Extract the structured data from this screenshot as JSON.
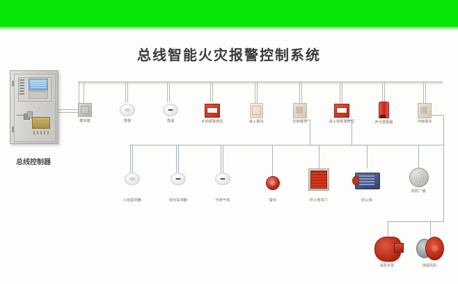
{
  "banner": {
    "color": "#06e606"
  },
  "diagram": {
    "title": "总线智能火灾报警控制系统",
    "controller": {
      "label": "总线控制器",
      "name": "bus-controller"
    }
  },
  "devices": {
    "row_top": [
      {
        "label": "模块箱",
        "shape": "sq-gray"
      },
      {
        "label": "感烟",
        "shape": "dome"
      },
      {
        "label": "感温",
        "shape": "dome-heat"
      },
      {
        "label": "手动报警按钮",
        "shape": "mcp"
      },
      {
        "label": "输入模块",
        "shape": "sq-cream"
      },
      {
        "label": "控制模块",
        "shape": "sq-beige"
      },
      {
        "label": "消火栓报警按钮",
        "shape": "mcp"
      },
      {
        "label": "声光报警器",
        "shape": "strobe"
      },
      {
        "label": "中继模块",
        "shape": "sq-beige"
      }
    ],
    "row_mid": [
      {
        "label": "火焰探测器",
        "shape": "dome"
      },
      {
        "label": "感光探测器",
        "shape": "dome-heat"
      },
      {
        "label": "可燃气体",
        "shape": "dome-heat"
      },
      {
        "label": "警铃",
        "shape": "bell"
      },
      {
        "label": "防火卷帘门",
        "shape": "hosebox"
      },
      {
        "label": "防火阀",
        "shape": "damper"
      },
      {
        "label": "消防广播",
        "shape": "speaker"
      }
    ],
    "row_bottom": [
      {
        "label": "消防水泵",
        "shape": "pump"
      },
      {
        "label": "排烟风机",
        "shape": "fan"
      }
    ]
  }
}
